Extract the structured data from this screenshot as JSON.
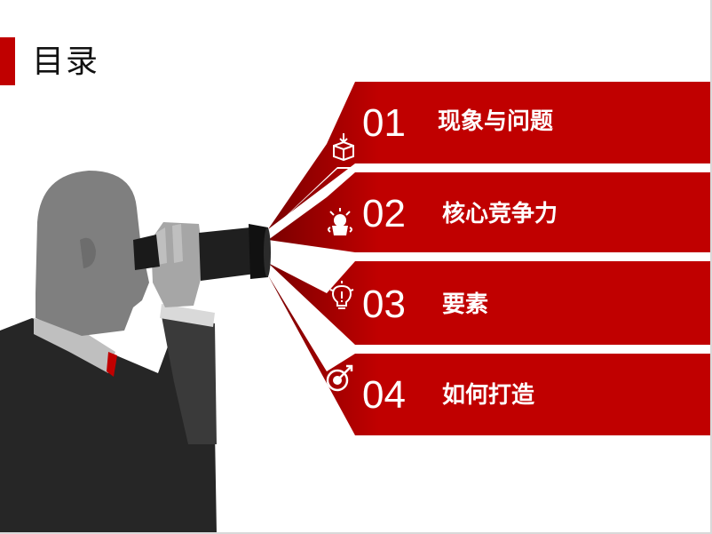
{
  "slide": {
    "title": "目录",
    "accent_color": "#c00000",
    "items": [
      {
        "number": "01",
        "label": "现象与问题",
        "icon": "box-arrow-icon"
      },
      {
        "number": "02",
        "label": "核心竞争力",
        "icon": "brain-pot-icon"
      },
      {
        "number": "03",
        "label": "要素",
        "icon": "lightbulb-icon"
      },
      {
        "number": "04",
        "label": "如何打造",
        "icon": "target-icon"
      }
    ]
  }
}
